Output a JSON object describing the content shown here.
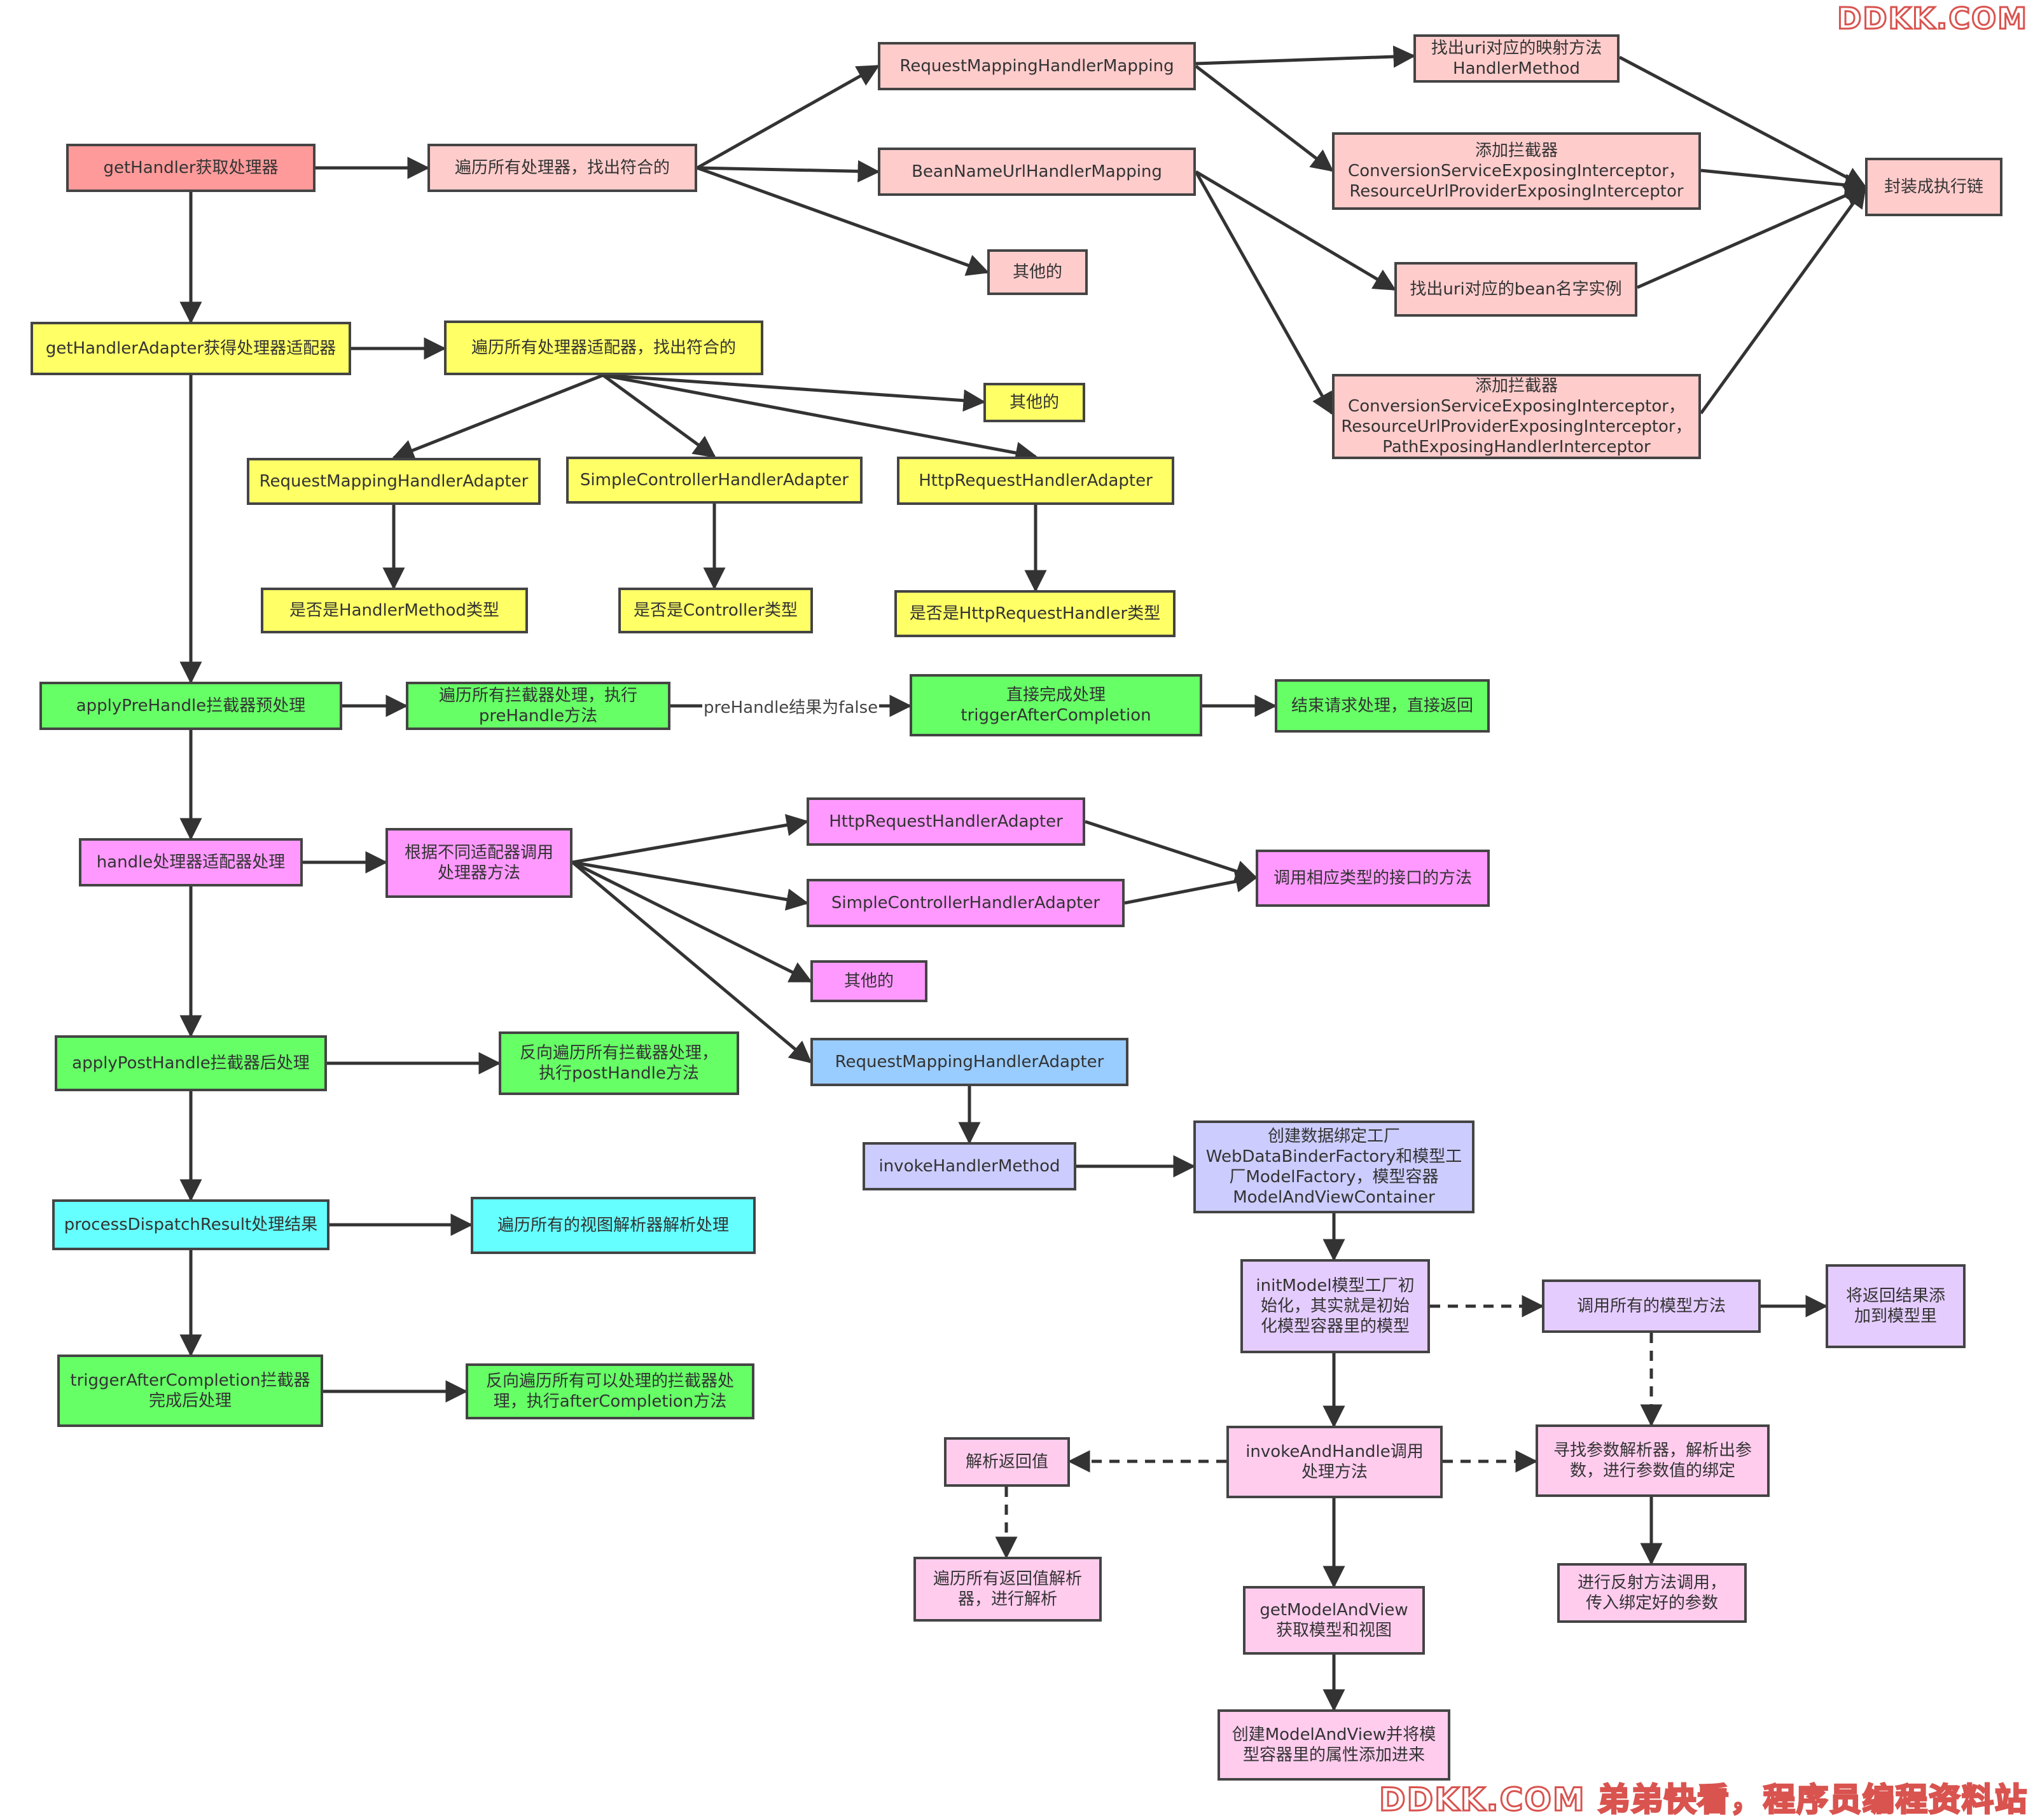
{
  "watermark": {
    "top": "DDKK.COM",
    "bottom": "DDKK.COM 弟弟快看，程序员编程资料站"
  },
  "nodes": [
    {
      "id": "getHandler",
      "text": "getHandler获取处理器",
      "color": "#ff9a9a"
    },
    {
      "id": "iterHandlers",
      "text": "遍历所有处理器，找出符合的",
      "color": "#ffcccc"
    },
    {
      "id": "rmhm",
      "text": "RequestMappingHandlerMapping",
      "color": "#ffcccc"
    },
    {
      "id": "bnuhm",
      "text": "BeanNameUrlHandlerMapping",
      "color": "#ffcccc"
    },
    {
      "id": "other1",
      "text": "其他的",
      "color": "#ffcccc"
    },
    {
      "id": "findUriMethod",
      "text": "找出uri对应的映射方法\nHandlerMethod",
      "color": "#ffcccc"
    },
    {
      "id": "addInter1",
      "text": "添加拦截器\nConversionServiceExposingInterceptor，\nResourceUrlProviderExposingInterceptor",
      "color": "#ffcccc"
    },
    {
      "id": "findUriBean",
      "text": "找出uri对应的bean名字实例",
      "color": "#ffcccc"
    },
    {
      "id": "addInter2",
      "text": "添加拦截器\nConversionServiceExposingInterceptor，\nResourceUrlProviderExposingInterceptor，\nPathExposingHandlerInterceptor",
      "color": "#ffcccc"
    },
    {
      "id": "chain",
      "text": "封装成执行链",
      "color": "#ffcccc"
    },
    {
      "id": "getAdapter",
      "text": "getHandlerAdapter获得处理器适配器",
      "color": "#ffff66"
    },
    {
      "id": "iterAdapters",
      "text": "遍历所有处理器适配器，找出符合的",
      "color": "#ffff66"
    },
    {
      "id": "other2",
      "text": "其他的",
      "color": "#ffff66"
    },
    {
      "id": "rmha",
      "text": "RequestMappingHandlerAdapter",
      "color": "#ffff66"
    },
    {
      "id": "scha",
      "text": "SimpleControllerHandlerAdapter",
      "color": "#ffff66"
    },
    {
      "id": "hrha",
      "text": "HttpRequestHandlerAdapter",
      "color": "#ffff66"
    },
    {
      "id": "isHM",
      "text": "是否是HandlerMethod类型",
      "color": "#ffff66"
    },
    {
      "id": "isCtrl",
      "text": "是否是Controller类型",
      "color": "#ffff66"
    },
    {
      "id": "isHRH",
      "text": "是否是HttpRequestHandler类型",
      "color": "#ffff66"
    },
    {
      "id": "applyPre",
      "text": "applyPreHandle拦截器预处理",
      "color": "#66ff66"
    },
    {
      "id": "iterPre",
      "text": "遍历所有拦截器处理，执行\npreHandle方法",
      "color": "#66ff66"
    },
    {
      "id": "directDone",
      "text": "直接完成处理\ntriggerAfterCompletion",
      "color": "#66ff66"
    },
    {
      "id": "endReq",
      "text": "结束请求处理，直接返回",
      "color": "#66ff66"
    },
    {
      "id": "handle",
      "text": "handle处理器适配器处理",
      "color": "#ff99ff"
    },
    {
      "id": "byAdapter",
      "text": "根据不同适配器调用\n处理器方法",
      "color": "#ff99ff"
    },
    {
      "id": "hrha2",
      "text": "HttpRequestHandlerAdapter",
      "color": "#ff99ff"
    },
    {
      "id": "scha2",
      "text": "SimpleControllerHandlerAdapter",
      "color": "#ff99ff"
    },
    {
      "id": "other3",
      "text": "其他的",
      "color": "#ff99ff"
    },
    {
      "id": "callIface",
      "text": "调用相应类型的接口的方法",
      "color": "#ff99ff"
    },
    {
      "id": "rmha2",
      "text": "RequestMappingHandlerAdapter",
      "color": "#99ccff"
    },
    {
      "id": "applyPost",
      "text": "applyPostHandle拦截器后处理",
      "color": "#66ff66"
    },
    {
      "id": "revPost",
      "text": "反向遍历所有拦截器处理，\n执行postHandle方法",
      "color": "#66ff66"
    },
    {
      "id": "invokeHM",
      "text": "invokeHandlerMethod",
      "color": "#ccccff"
    },
    {
      "id": "createFactory",
      "text": "创建数据绑定工厂\nWebDataBinderFactory和模型工\n厂ModelFactory，模型容器\nModelAndViewContainer",
      "color": "#ccccff"
    },
    {
      "id": "processResult",
      "text": "processDispatchResult处理结果",
      "color": "#66ffff"
    },
    {
      "id": "iterView",
      "text": "遍历所有的视图解析器解析处理",
      "color": "#66ffff"
    },
    {
      "id": "initModel",
      "text": "initModel模型工厂初\n始化，其实就是初始\n化模型容器里的模型",
      "color": "#e5ccff"
    },
    {
      "id": "callModel",
      "text": "调用所有的模型方法",
      "color": "#e5ccff"
    },
    {
      "id": "addResult",
      "text": "将返回结果添\n加到模型里",
      "color": "#e5ccff"
    },
    {
      "id": "triggerAfter",
      "text": "triggerAfterCompletion拦截器\n完成后处理",
      "color": "#66ff66"
    },
    {
      "id": "revAfter",
      "text": "反向遍历所有可以处理的拦截器处\n理，执行afterCompletion方法",
      "color": "#66ff66"
    },
    {
      "id": "parseReturn",
      "text": "解析返回值",
      "color": "#ffccee"
    },
    {
      "id": "invokeAndHandle",
      "text": "invokeAndHandle调用\n处理方法",
      "color": "#ffccee"
    },
    {
      "id": "findArgResolver",
      "text": "寻找参数解析器，解析出参\n数，进行参数值的绑定",
      "color": "#ffccee"
    },
    {
      "id": "iterReturn",
      "text": "遍历所有返回值解析\n器，进行解析",
      "color": "#ffccee"
    },
    {
      "id": "getMAV",
      "text": "getModelAndView\n获取模型和视图",
      "color": "#ffccee"
    },
    {
      "id": "reflectCall",
      "text": "进行反射方法调用，\n传入绑定好的参数",
      "color": "#ffccee"
    },
    {
      "id": "createMAV",
      "text": "创建ModelAndView并将模\n型容器里的属性添加进来",
      "color": "#ffccee"
    }
  ],
  "edge_labels": {
    "preFalse": "preHandle结果为false"
  }
}
